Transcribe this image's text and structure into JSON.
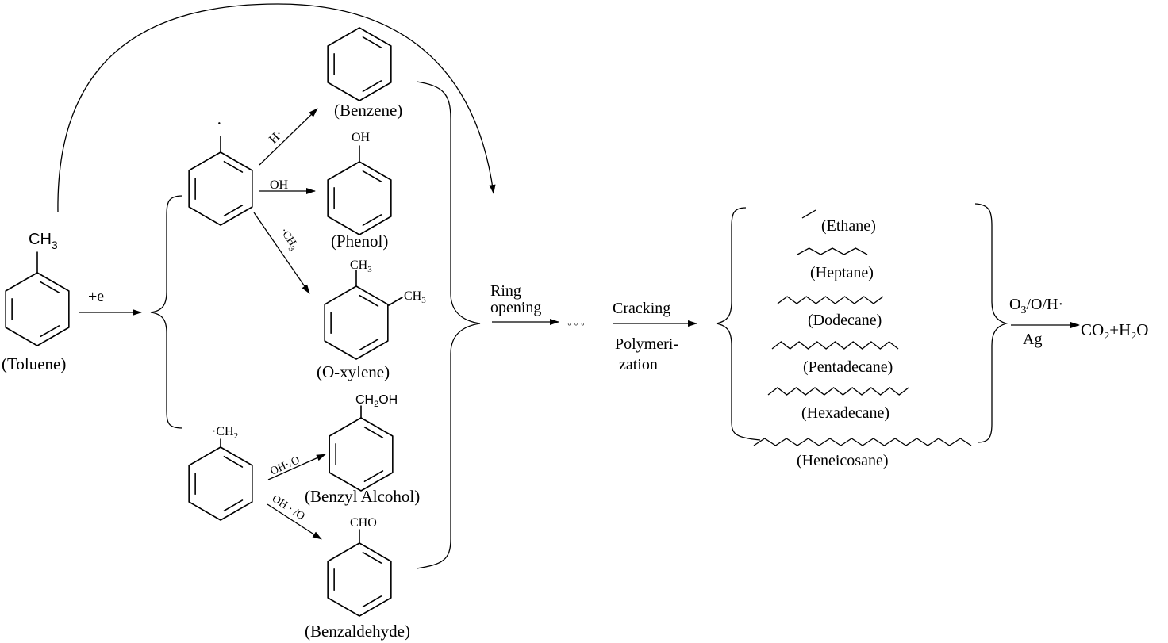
{
  "molecules": {
    "toluene": {
      "group": "CH",
      "group_sub": "3",
      "name": "(Toluene)"
    },
    "benzene": {
      "name": "(Benzene)"
    },
    "phenol": {
      "group": "OH",
      "name": "(Phenol)"
    },
    "oxylene": {
      "group1": "CH",
      "group1_sub": "3",
      "group2": "CH",
      "group2_sub": "3",
      "name": "(O-xylene)"
    },
    "benzyl_radical": {
      "group": "·CH",
      "group_sub": "2"
    },
    "benzyl_alcohol": {
      "group_a": "CH",
      "group_sub": "2",
      "group_b": "OH",
      "name": "(Benzyl Alcohol)"
    },
    "benzaldehyde": {
      "group": "CHO",
      "name": "(Benzaldehyde)"
    },
    "phenyl_radical": {
      "dot": "·"
    }
  },
  "reagents": {
    "electron": "+e",
    "h_radical": "H·",
    "oh": "OH",
    "ch3_radical": "·CH",
    "ch3_sub": "3",
    "oh_o_1": "OH·/O",
    "oh_o_2": "OH · /O"
  },
  "steps": {
    "ring_opening_1": "Ring",
    "ring_opening_2": "opening",
    "ellipsis": "◦ ◦ ◦",
    "cracking": "Cracking",
    "polymerization_1": "Polymeri-",
    "polymerization_2": "zation"
  },
  "alkanes": {
    "ethane": "(Ethane)",
    "heptane": "(Heptane)",
    "dodecane": "(Dodecane)",
    "pentadecane": "(Pentadecane)",
    "hexadecane": "(Hexadecane)",
    "heneicosane": "(Heneicosane)"
  },
  "final": {
    "oxidants_a": "O",
    "oxidants_sub": "3",
    "oxidants_b": "/O/H·",
    "catalyst": "Ag",
    "product_a": "CO",
    "product_sub1": "2",
    "product_b": "+H",
    "product_sub2": "2",
    "product_c": "O"
  }
}
